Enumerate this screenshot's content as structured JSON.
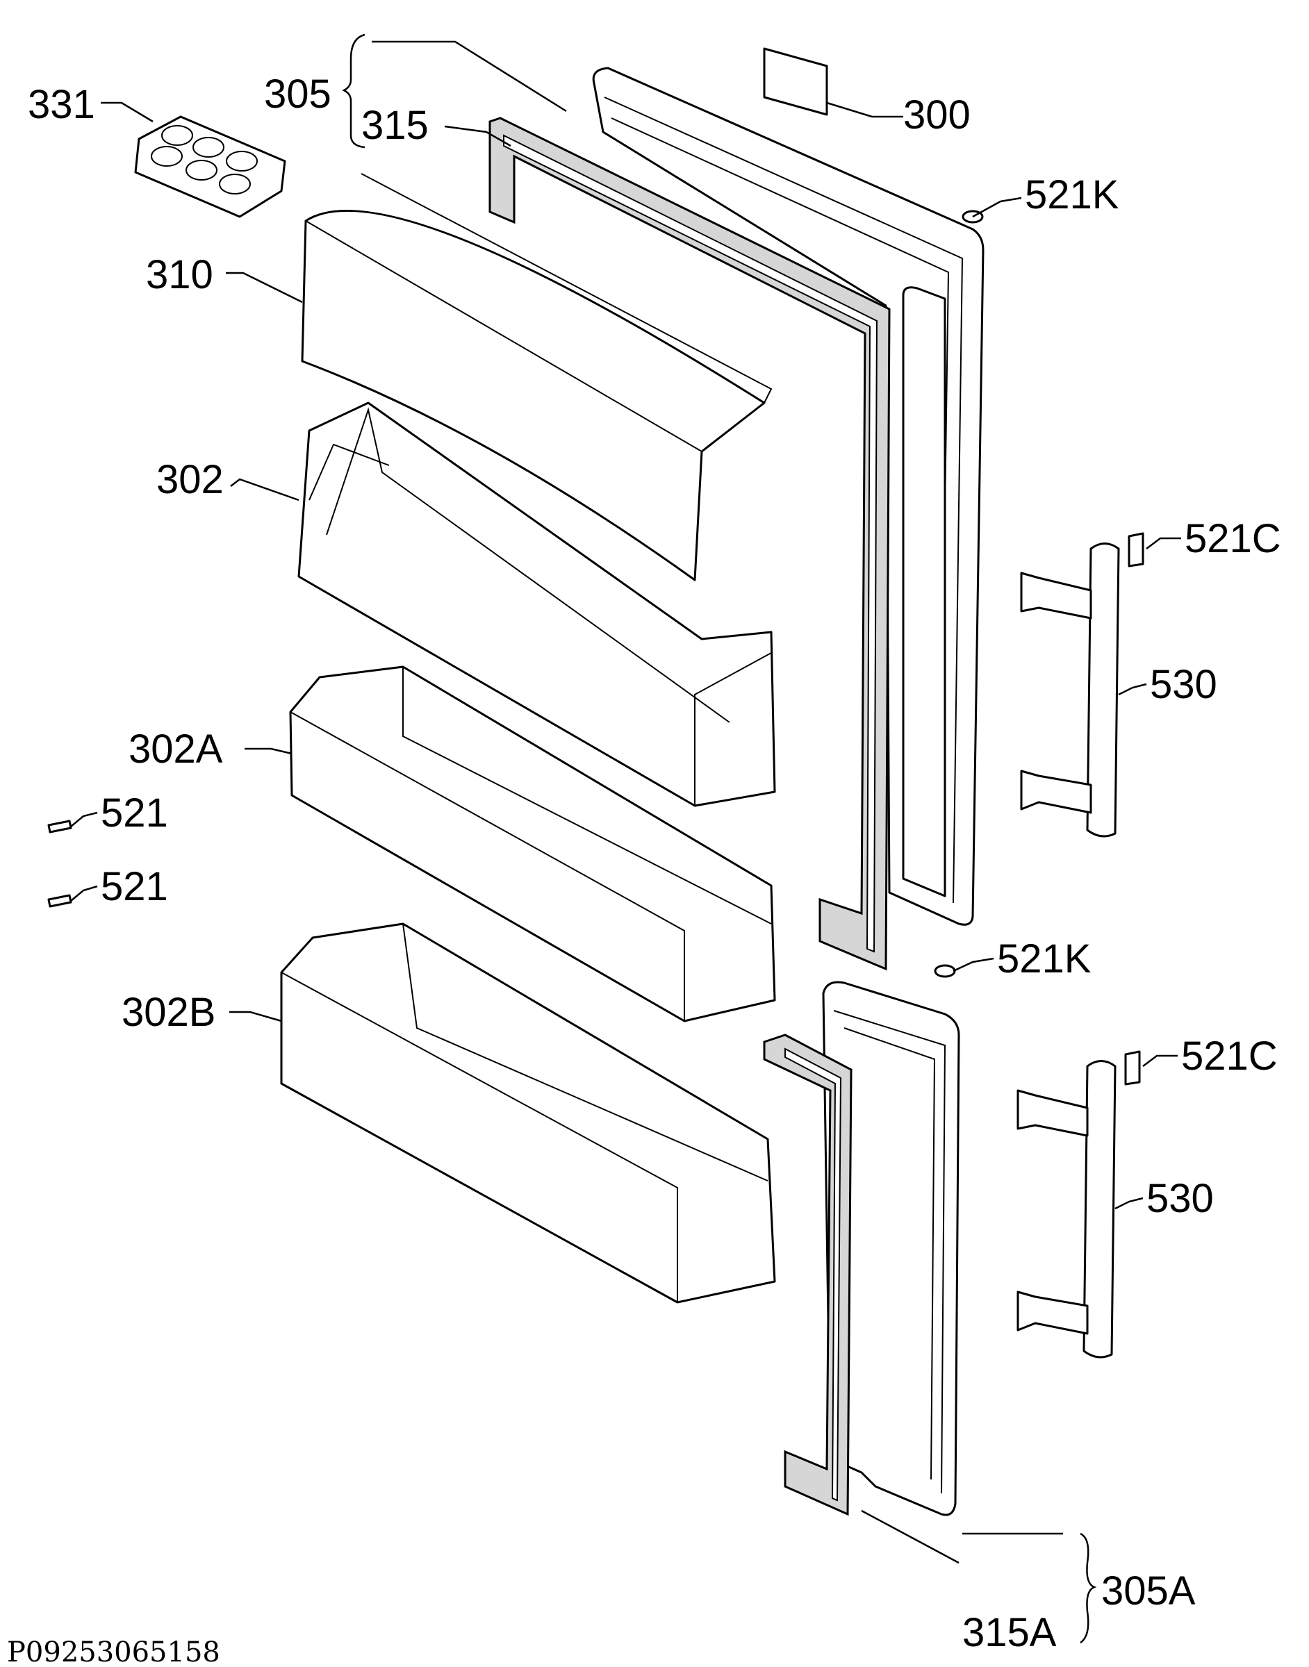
{
  "diagram": {
    "labels": {
      "l331": "331",
      "l305": "305",
      "l315": "315",
      "l300": "300",
      "l521k_top": "521K",
      "l310": "310",
      "l302": "302",
      "l521c_top": "521C",
      "l530_top": "530",
      "l302a": "302A",
      "l521_a": "521",
      "l521_b": "521",
      "l521k_mid": "521K",
      "l302b": "302B",
      "l521c_bottom": "521C",
      "l530_bottom": "530",
      "l305a": "305A",
      "l315a": "315A"
    },
    "reference_code": "P09253065158"
  }
}
